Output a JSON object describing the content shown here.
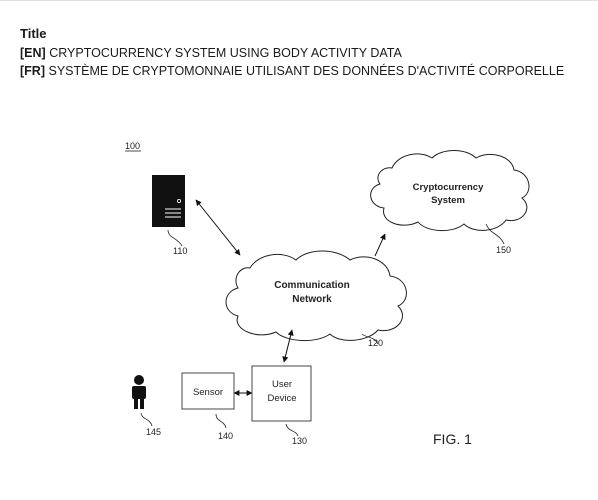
{
  "header": {
    "title_label": "Title",
    "en_tag": "[EN]",
    "en_title": "CRYPTOCURRENCY SYSTEM USING BODY ACTIVITY DATA",
    "fr_tag": "[FR]",
    "fr_title": "SYSTÈME DE CRYPTOMONNAIE UTILISANT DES DONNÉES D'ACTIVITÉ CORPORELLE"
  },
  "figure": {
    "system_ref": "100",
    "server_ref": "110",
    "network_label_line1": "Communication",
    "network_label_line2": "Network",
    "network_ref": "120",
    "crypto_label_line1": "Cryptocurrency",
    "crypto_label_line2": "System",
    "crypto_ref": "150",
    "sensor_label": "Sensor",
    "sensor_ref": "140",
    "device_label_line1": "User",
    "device_label_line2": "Device",
    "device_ref": "130",
    "person_ref": "145",
    "fig_label": "FIG. 1"
  }
}
